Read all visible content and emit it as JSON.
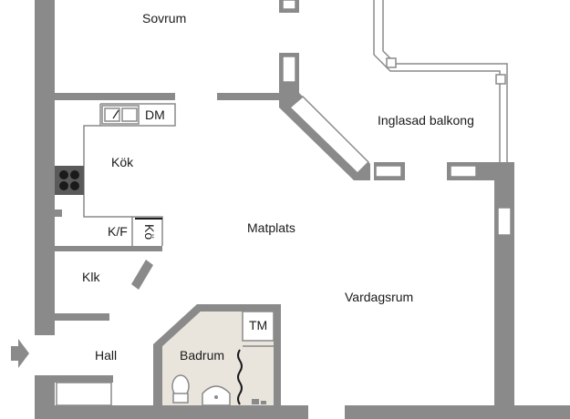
{
  "rooms": {
    "sovrum": "Sovrum",
    "inglasad_balkong": "Inglasad balkong",
    "kok": "Kök",
    "matplats": "Matplats",
    "klk": "Klk",
    "vardagsrum": "Vardagsrum",
    "hall": "Hall",
    "badrum": "Badrum"
  },
  "fixtures": {
    "dm": "DM",
    "kf": "K/F",
    "kf2": "Kö",
    "tm": "TM"
  },
  "colors": {
    "wall": "#8a8a8a",
    "bath_floor": "#e9e5dd",
    "window": "#ffffff",
    "arrow": "#8a8a8a"
  }
}
